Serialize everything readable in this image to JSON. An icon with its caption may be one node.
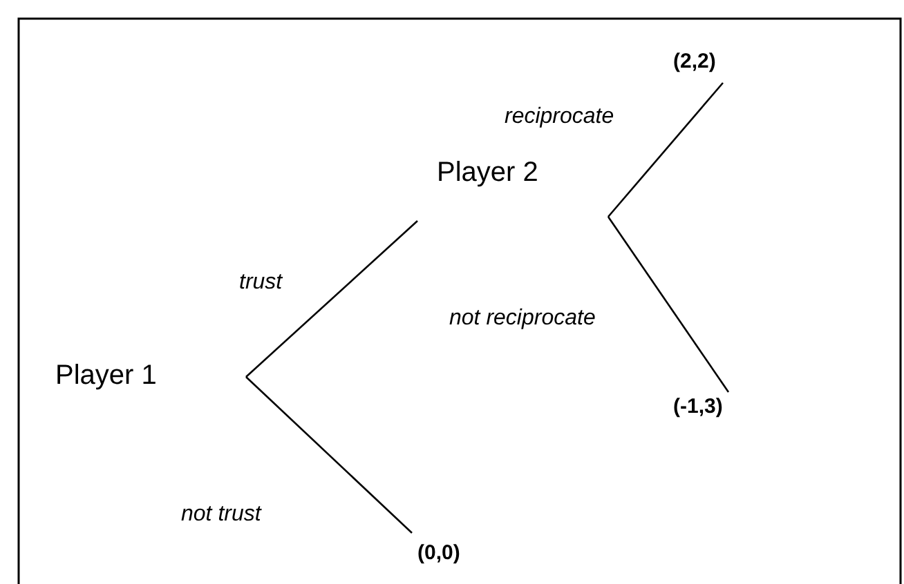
{
  "diagram": {
    "nodes": [
      {
        "text": [
          "Player 1"
        ]
      },
      {
        "text": [
          "Player 2"
        ]
      },
      {
        "text": [
          "(2,2)"
        ]
      },
      {
        "text": [
          "(-1,3)"
        ]
      },
      {
        "text": [
          "(0,0)"
        ]
      }
    ],
    "edges": [
      {
        "from": 0,
        "to": 1,
        "arrow": "none",
        "label": "trust"
      },
      {
        "from": 0,
        "to": 4,
        "arrow": "none",
        "label": "not trust"
      },
      {
        "from": 1,
        "to": 2,
        "arrow": "none",
        "label": "reciprocate"
      },
      {
        "from": 1,
        "to": 3,
        "arrow": "none",
        "label": "not reciprocate"
      }
    ]
  }
}
